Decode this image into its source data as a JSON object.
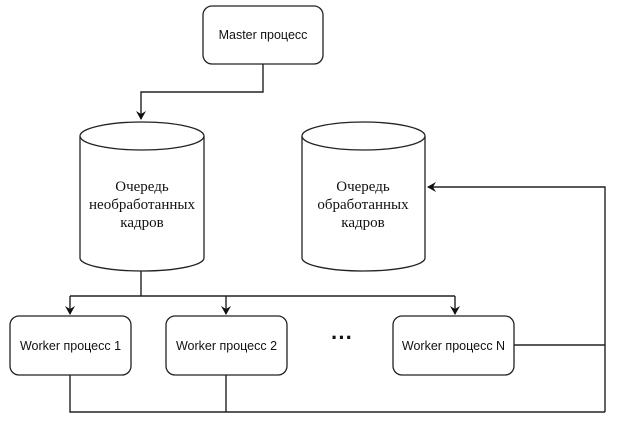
{
  "diagram": {
    "master": {
      "label": "Master процесс"
    },
    "queue_unprocessed": {
      "lines": [
        "Очередь",
        "необработанных",
        "кадров"
      ]
    },
    "queue_processed": {
      "lines": [
        "Очередь",
        "обработанных",
        "кадров"
      ]
    },
    "workers": [
      {
        "label": "Worker процесс 1"
      },
      {
        "label": "Worker процесс 2"
      },
      {
        "label": "Worker процесс N"
      }
    ],
    "ellipsis": "···",
    "edges": [
      {
        "from": "master",
        "to": "queue_unprocessed"
      },
      {
        "from": "queue_unprocessed",
        "to": "worker_1"
      },
      {
        "from": "queue_unprocessed",
        "to": "worker_2"
      },
      {
        "from": "queue_unprocessed",
        "to": "worker_N"
      },
      {
        "from": "worker_1",
        "to": "queue_processed"
      },
      {
        "from": "worker_2",
        "to": "queue_processed"
      },
      {
        "from": "worker_N",
        "to": "queue_processed"
      }
    ]
  }
}
